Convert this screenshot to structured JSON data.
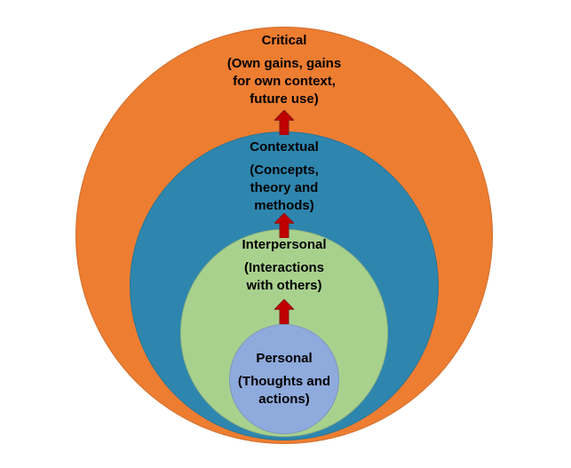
{
  "diagram": {
    "layers": [
      {
        "label": "Critical",
        "description": "(Own gains, gains\nfor own context,\nfuture use)",
        "color": "#ED7D31"
      },
      {
        "label": "Contextual",
        "description": "(Concepts,\ntheory and\nmethods)",
        "color": "#2E86AE"
      },
      {
        "label": "Interpersonal",
        "description": "(Interactions\nwith others)",
        "color": "#A9D18E"
      },
      {
        "label": "Personal",
        "description": "(Thoughts and\nactions)",
        "color": "#8FAADC"
      }
    ],
    "arrow": {
      "color": "#C00000"
    }
  }
}
